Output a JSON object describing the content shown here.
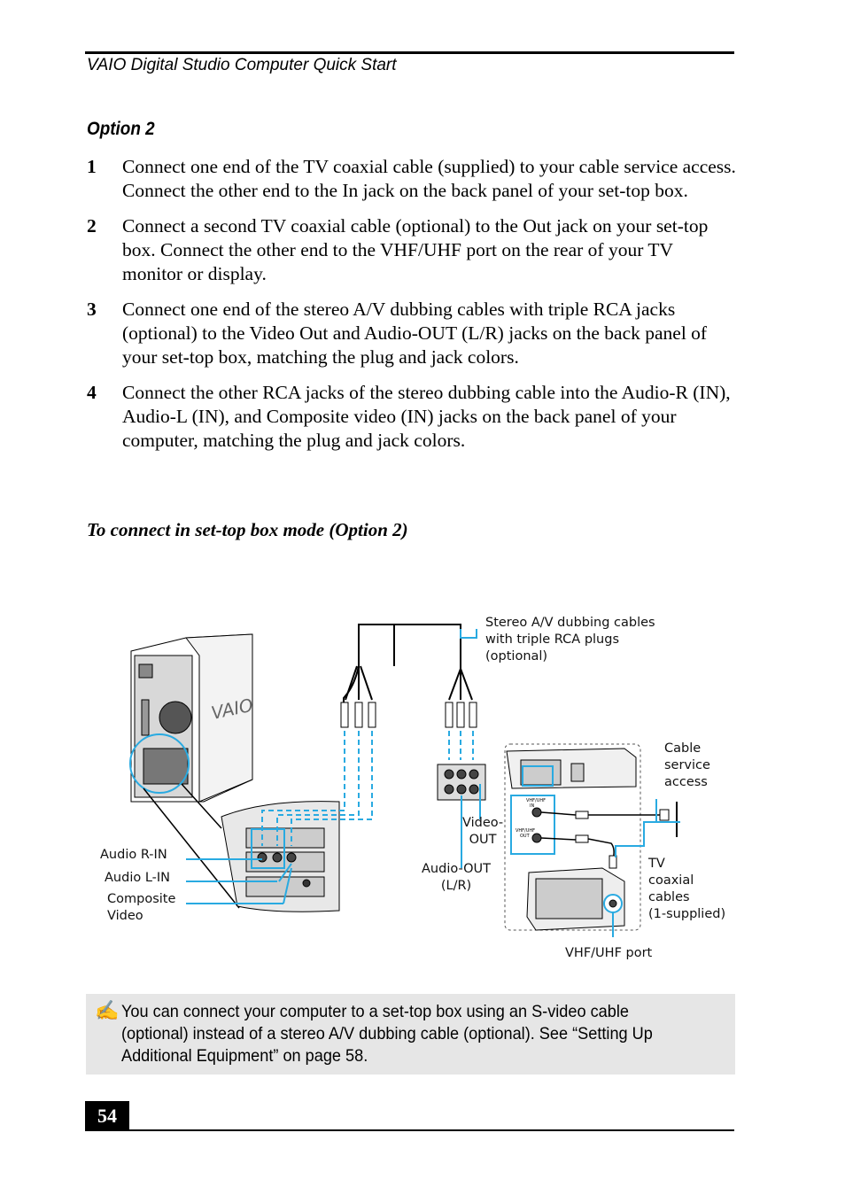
{
  "header": {
    "running_title": "VAIO Digital Studio Computer Quick Start"
  },
  "section": {
    "heading": "Option 2"
  },
  "steps": [
    {
      "num": "1",
      "text": "Connect one end of the TV coaxial cable (supplied) to your cable service access. Connect the other end to the In jack on the back panel of your set-top box."
    },
    {
      "num": "2",
      "text": "Connect a second TV coaxial cable (optional) to the Out jack on your set-top box. Connect the other end to the VHF/UHF port on the rear of your TV monitor or display."
    },
    {
      "num": "3",
      "text": "Connect one end of the stereo A/V dubbing cables with triple RCA jacks (optional) to the Video Out and Audio-OUT (L/R) jacks on the back panel of your set-top box, matching the plug and jack colors."
    },
    {
      "num": "4",
      "text": "Connect the other RCA jacks of the stereo dubbing cable into the Audio-R (IN), Audio-L (IN), and Composite video (IN) jacks on the back panel of your computer, matching the plug and jack colors."
    }
  ],
  "diagram": {
    "title": "To connect in set-top box mode (Option 2)",
    "labels": {
      "stereo_cables": [
        "Stereo A/V dubbing cables",
        "with triple RCA plugs",
        "(optional)"
      ],
      "cable_access": [
        "Cable",
        "service",
        "access"
      ],
      "video_out": [
        "Video-",
        "OUT"
      ],
      "audio_out": [
        "Audio-OUT",
        "(L/R)"
      ],
      "tv_cables": [
        "TV",
        "coaxial",
        "cables",
        "(1-supplied)"
      ],
      "vhf_port": "VHF/UHF port",
      "audio_r_in": "Audio R-IN",
      "audio_l_in": "Audio L-IN",
      "composite": [
        "Composite",
        "Video"
      ],
      "vaio_logo": "VAIO",
      "vhf_in_small": [
        "VHF/UHF",
        "IN"
      ],
      "vhf_out_small": [
        "VHF/UHF",
        "OUT"
      ]
    },
    "colors": {
      "callout": "#29aae1",
      "line": "#000000"
    }
  },
  "note": {
    "icon": "pencil-note-icon",
    "text": "You can connect your computer to a set-top box using an S-video cable (optional) instead of a stereo A/V dubbing cable (optional). See “Setting Up Additional Equipment” on page 58."
  },
  "footer": {
    "page_number": "54"
  }
}
